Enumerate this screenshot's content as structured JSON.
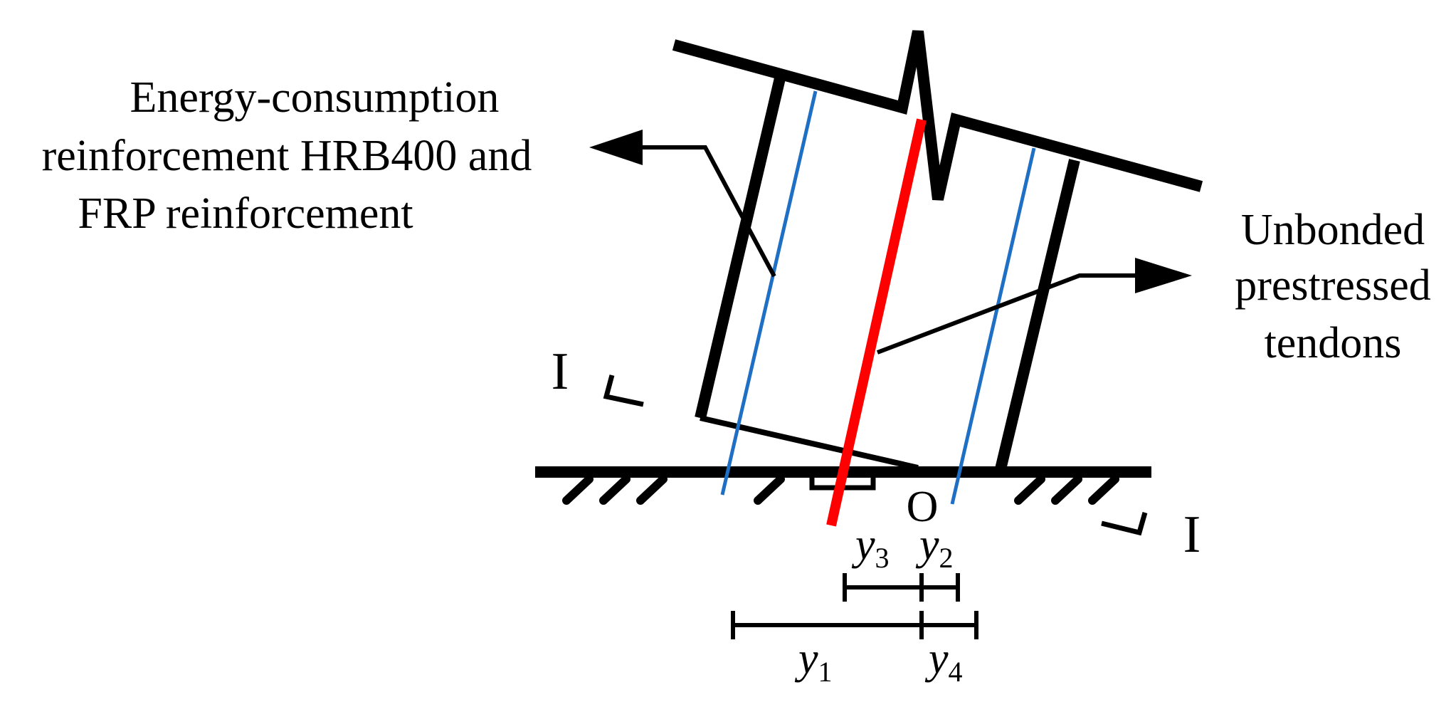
{
  "labels": {
    "energy_line1": "Energy-consumption",
    "energy_line2": "reinforcement HRB400 and",
    "energy_line3": "FRP reinforcement",
    "tendon_line1": "Unbonded",
    "tendon_line2": "prestressed",
    "tendon_line3": "tendons",
    "section_left": "I",
    "section_right": "I",
    "origin": "O"
  },
  "dimensions": {
    "y1": {
      "base": "y",
      "sub": "1"
    },
    "y2": {
      "base": "y",
      "sub": "2"
    },
    "y3": {
      "base": "y",
      "sub": "3"
    },
    "y4": {
      "base": "y",
      "sub": "4"
    }
  },
  "colors": {
    "outline": "#000000",
    "reinforcement": "#1f6fc5",
    "tendon": "#ff0000"
  }
}
